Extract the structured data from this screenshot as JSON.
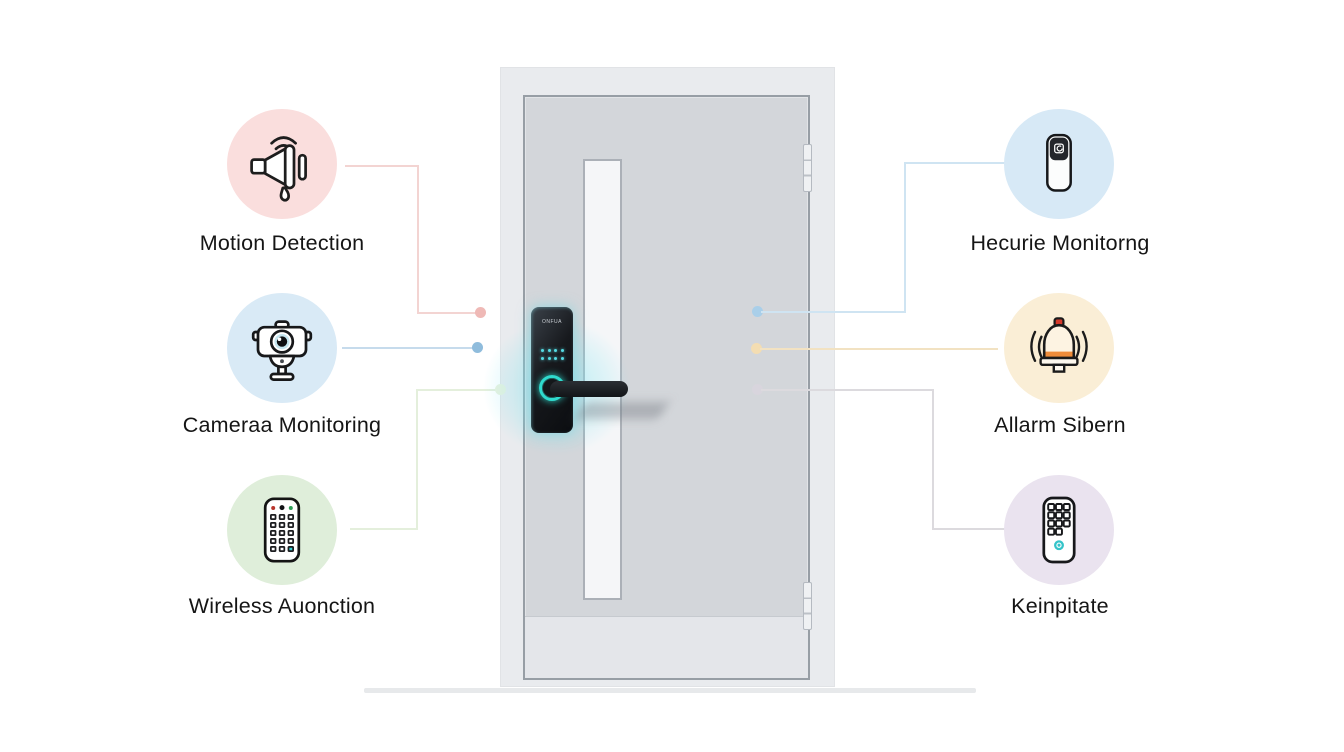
{
  "background_color": "#ffffff",
  "features": {
    "left": [
      {
        "label": "Motion Detection",
        "icon": "megaphone-motion-icon",
        "circle_color": "#fadedd",
        "line_color": "#f3d4d2",
        "dot_color": "#efb9b6"
      },
      {
        "label": "Cameraa Monitoring",
        "icon": "webcam-icon",
        "circle_color": "#d9eaf6",
        "line_color": "#c6dbec",
        "dot_color": "#8fbcdc"
      },
      {
        "label": "Wireless Auonction",
        "icon": "remote-control-icon",
        "circle_color": "#dfeeda",
        "line_color": "#e4efdc",
        "dot_color": "#e9f2de"
      }
    ],
    "right": [
      {
        "label": "Hecurie Monitorng",
        "icon": "doorbell-device-icon",
        "circle_color": "#d7e9f6",
        "line_color": "#cfe4f2",
        "dot_color": "#a9cfe9"
      },
      {
        "label": "Allarm Sibern",
        "icon": "alarm-bell-icon",
        "circle_color": "#faeed6",
        "line_color": "#f2e2c2",
        "dot_color": "#f3ddb2"
      },
      {
        "label": "Keinpitate",
        "icon": "keypad-icon",
        "circle_color": "#eae3ef",
        "line_color": "#dcdade",
        "dot_color": "#d8d5dd"
      }
    ]
  },
  "door": {
    "frame_color": "#e9ebee",
    "panel_color": "#d3d6da",
    "kickplate_color": "#e4e6ea",
    "window_color": "#f5f6f8",
    "floor_color": "#e7e9eb"
  },
  "lock": {
    "brand_text": "ONFUA",
    "accent_color": "#2fdacd"
  }
}
